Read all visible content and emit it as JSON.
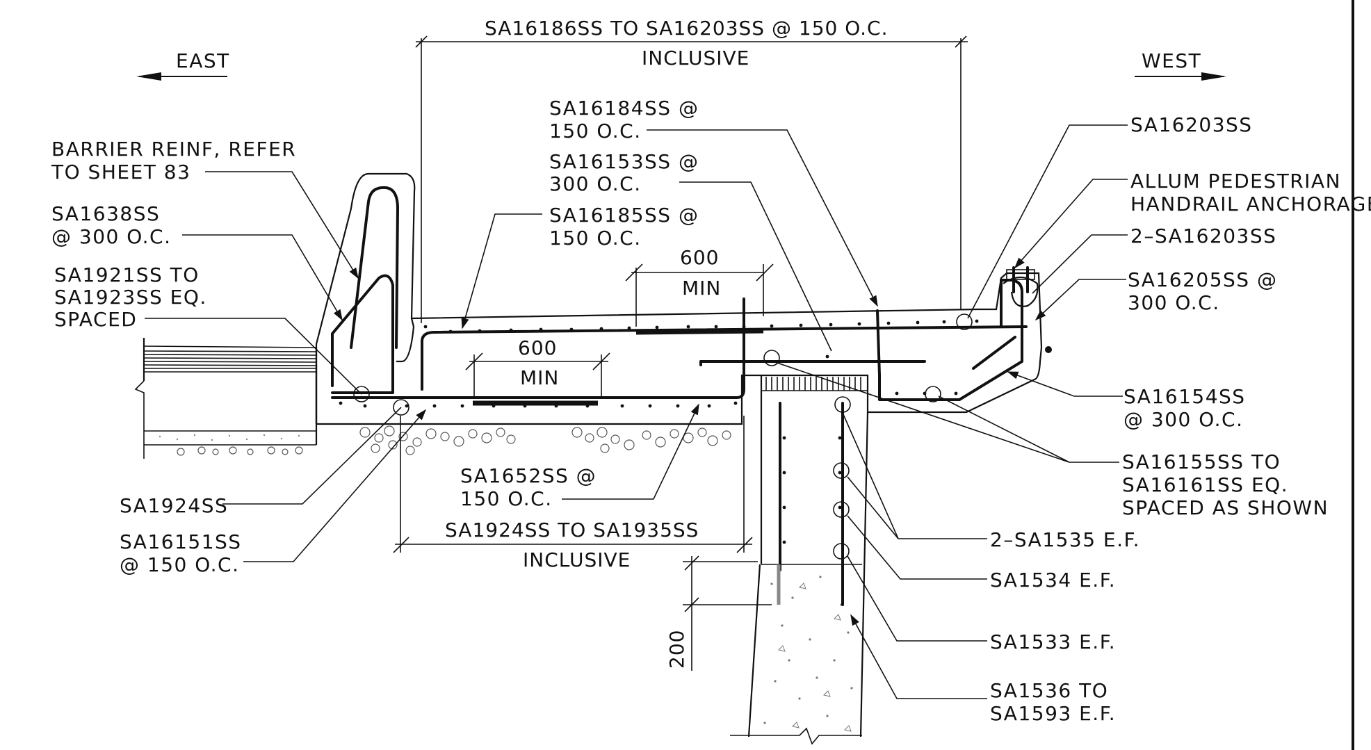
{
  "directions": {
    "east": "EAST",
    "west": "WEST"
  },
  "dimensions": {
    "top_span_line1": "SA16186SS TO SA16203SS @ 150 O.C.",
    "top_span_line2": "INCLUSIVE",
    "upper_min_value": "600",
    "upper_min_label": "MIN",
    "lower_min_value": "600",
    "lower_min_label": "MIN",
    "bottom_span_line1": "SA1924SS TO SA1935SS",
    "bottom_span_line2": "INCLUSIVE",
    "vertical_embed": "200"
  },
  "callouts_left": [
    {
      "line1": "BARRIER REINF, REFER",
      "line2": "TO SHEET 83"
    },
    {
      "line1": "SA1638SS",
      "line2": "@ 300 O.C."
    },
    {
      "line1": "SA1921SS TO",
      "line2": "SA1923SS EQ.",
      "line3": "SPACED"
    },
    {
      "line1": "SA1924SS"
    },
    {
      "line1": "SA16151SS",
      "line2": "@ 150 O.C."
    }
  ],
  "callouts_center": [
    {
      "line1": "SA16184SS @",
      "line2": "150 O.C."
    },
    {
      "line1": "SA16153SS @",
      "line2": "300 O.C."
    },
    {
      "line1": "SA16185SS @",
      "line2": "150 O.C."
    },
    {
      "line1": "SA1652SS @",
      "line2": "150 O.C."
    }
  ],
  "callouts_right": [
    {
      "line1": "SA16203SS"
    },
    {
      "line1": "ALLUM PEDESTRIAN",
      "line2": "HANDRAIL ANCHORAGE"
    },
    {
      "line1": "2–SA16203SS"
    },
    {
      "line1": "SA16205SS @",
      "line2": "300 O.C."
    },
    {
      "line1": "SA16154SS",
      "line2": "@ 300 O.C."
    },
    {
      "line1": "SA16155SS TO",
      "line2": "SA16161SS EQ.",
      "line3": "SPACED AS SHOWN"
    },
    {
      "line1": "2–SA1535 E.F."
    },
    {
      "line1": "SA1534 E.F."
    },
    {
      "line1": "SA1533 E.F."
    },
    {
      "line1": "SA1536 TO",
      "line2": "SA1593 E.F."
    }
  ]
}
